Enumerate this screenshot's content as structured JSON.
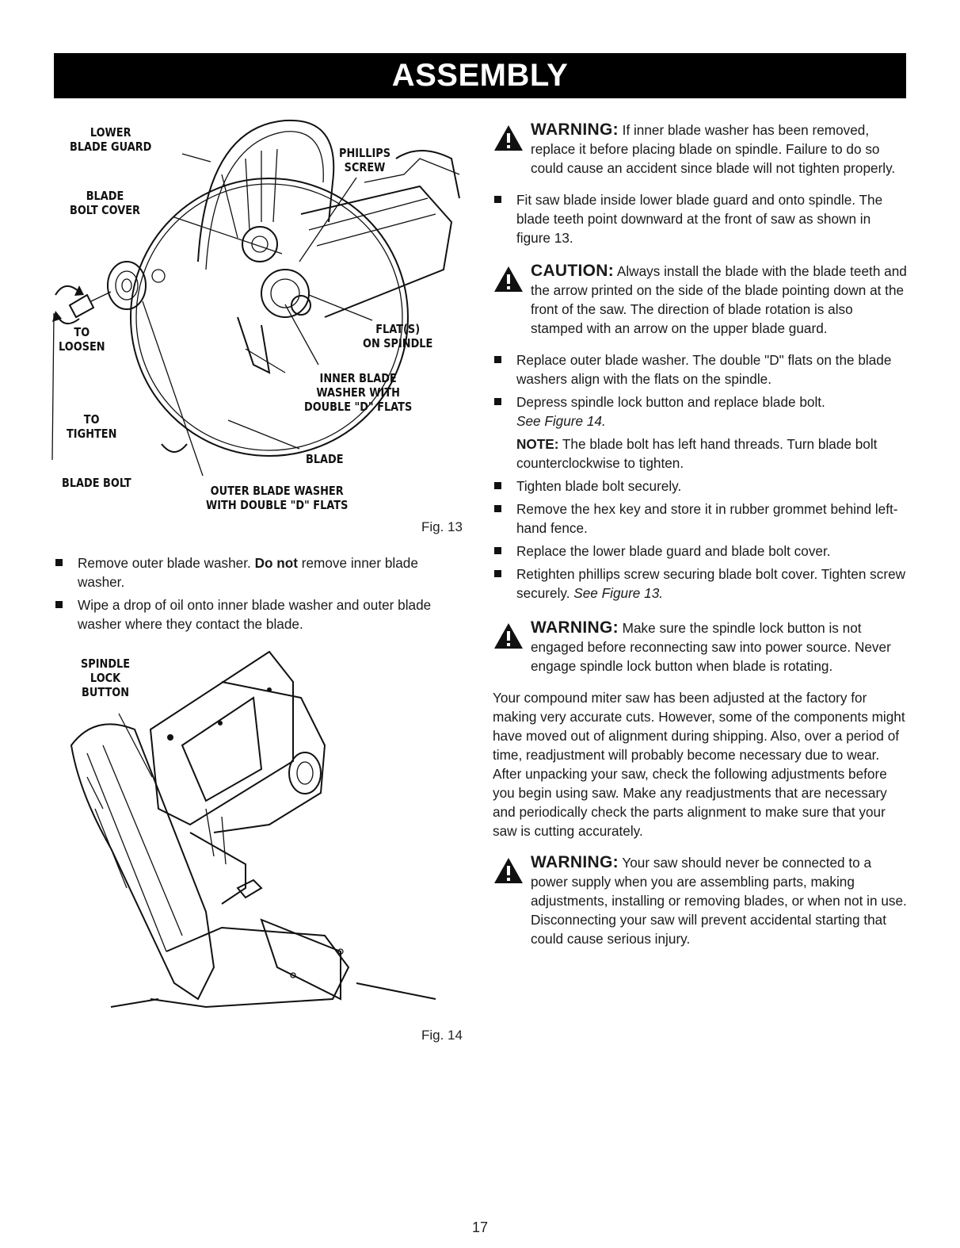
{
  "header": {
    "title": "ASSEMBLY"
  },
  "figure13": {
    "caption": "Fig. 13",
    "labels": {
      "lower_blade_guard": [
        "LOWER",
        "BLADE GUARD"
      ],
      "blade_bolt_cover": [
        "BLADE",
        "BOLT COVER"
      ],
      "phillips_screw": [
        "PHILLIPS",
        "SCREW"
      ],
      "to_loosen": [
        "TO",
        "LOOSEN"
      ],
      "flats_on_spindle": [
        "FLAT(S)",
        "ON SPINDLE"
      ],
      "inner_blade_washer": [
        "INNER BLADE",
        "WASHER WITH",
        "DOUBLE \"D\" FLATS"
      ],
      "to_tighten": [
        "TO",
        "TIGHTEN"
      ],
      "blade": "BLADE",
      "blade_bolt": "BLADE BOLT",
      "outer_blade_washer": [
        "OUTER BLADE WASHER",
        "WITH DOUBLE \"D\" FLATS"
      ]
    }
  },
  "figure14": {
    "caption": "Fig. 14",
    "labels": {
      "spindle_lock_button": [
        "SPINDLE",
        "LOCK",
        "BUTTON"
      ]
    }
  },
  "left_bullets": [
    {
      "pre": "Remove outer blade washer. ",
      "bold": "Do not",
      "post": " remove inner blade washer."
    },
    {
      "pre": "Wipe a drop of oil onto inner blade washer and outer blade washer where they contact the blade.",
      "bold": "",
      "post": ""
    }
  ],
  "right": {
    "warning1": {
      "head": "WARNING:",
      "text": " If inner blade washer has been removed, replace it before placing blade on spindle. Failure to do so could cause an accident since blade will not tighten properly."
    },
    "bullet_fit": "Fit saw blade inside lower blade guard and onto spindle. The blade teeth point downward at the front of saw as shown in figure 13.",
    "caution": {
      "head": "CAUTION:",
      "text": " Always install the blade with the blade teeth and the arrow printed on the side of the blade pointing down at the front of the saw. The direction of blade rotation is also stamped with an arrow on the upper blade guard."
    },
    "bullet_replace": "Replace outer blade washer. The double \"D\" flats on the blade washers align with the flats on the spindle.",
    "bullet_depress": "Depress spindle lock button and replace blade bolt.",
    "bullet_depress_ref": "See Figure 14.",
    "note": {
      "head": "NOTE:",
      "text": " The blade bolt has left hand threads. Turn blade bolt counterclockwise to tighten."
    },
    "bullet_tighten": "Tighten blade bolt securely.",
    "bullet_hex": "Remove the hex key and store it in rubber grommet behind left-hand fence.",
    "bullet_lower": "Replace the lower blade guard and blade bolt cover.",
    "bullet_retighten": "Retighten phillips screw securing blade bolt cover. Tighten screw securely.",
    "bullet_retighten_ref": "See Figure 13.",
    "warning2": {
      "head": "WARNING:",
      "text": " Make sure the spindle lock button is not engaged before reconnecting saw into power source. Never engage spindle lock button when blade is rotating."
    },
    "paragraph": "Your compound miter saw has been adjusted at the factory for making very accurate cuts. However, some of the components might have moved out of alignment during shipping. Also, over a period of time, readjustment will probably become necessary due to wear. After unpacking your saw, check the following adjustments before you begin using saw. Make any readjustments that are necessary and periodically check the parts alignment to make sure that your saw is cutting accurately.",
    "warning3": {
      "head": "WARNING:",
      "text": " Your saw should never be connected to a power supply when you are assembling parts, making adjustments, installing or removing blades, or when not in use. Disconnecting your saw will prevent accidental starting that could cause serious injury."
    }
  },
  "page_number": "17"
}
